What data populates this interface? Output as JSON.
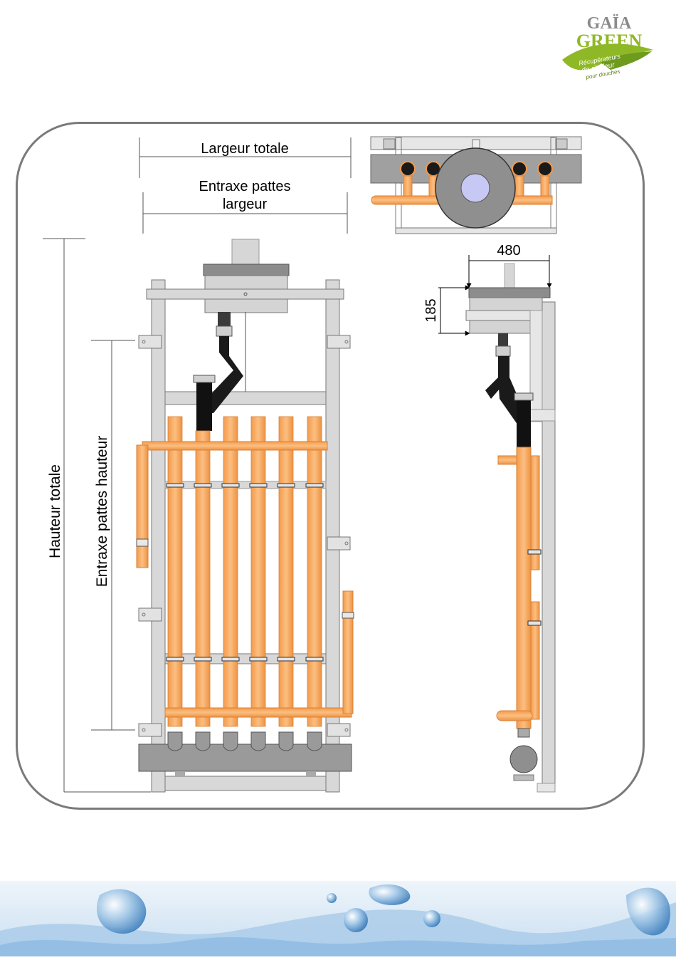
{
  "brand": {
    "name_line1": "GAÏA",
    "name_line2": "GREEN",
    "tagline_line1": "Récupérateurs",
    "tagline_line2": "de chaleur",
    "tagline_line3": "pour douches",
    "colors": {
      "green": "#8fb826",
      "dark_green": "#5f7d1a",
      "grey": "#8a8a8a"
    }
  },
  "labels": {
    "largeur_totale": "Largeur totale",
    "entraxe_pattes_largeur_line1": "Entraxe pattes",
    "entraxe_pattes_largeur_line2": "largeur",
    "hauteur_totale": "Hauteur totale",
    "entraxe_pattes_hauteur": "Entraxe pattes hauteur",
    "dim_480": "480",
    "dim_185": "185"
  },
  "colors": {
    "copper": "#f7a55c",
    "copper_dark": "#d9823a",
    "steel": "#d4d4d4",
    "steel_dark": "#8c8c8c",
    "black_pipe": "#1a1a1a",
    "line": "#5a5a5a",
    "frame_border": "#7a7a7a"
  }
}
